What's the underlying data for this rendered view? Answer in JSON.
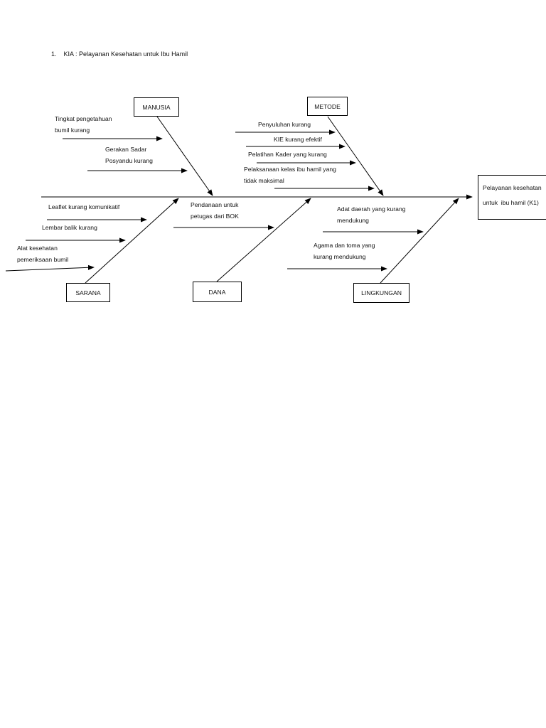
{
  "heading": "1.    KIA : Pelayanan Kesehatan untuk Ibu Hamil",
  "effect": "Pelayanan kesehatan\nuntuk  ibu hamil (K1)",
  "categories": {
    "manusia": "MANUSIA",
    "metode": "METODE",
    "sarana": "SARANA",
    "dana": "DANA",
    "lingkungan": "LINGKUNGAN"
  },
  "causes": {
    "manusia": [
      "Tingkat pengetahuan\nbumil kurang",
      "Gerakan Sadar\nPosyandu kurang"
    ],
    "metode": [
      "Penyuluhan kurang",
      "KIE kurang efektif",
      "Pelatihan Kader yang kurang",
      "Pelaksanaan kelas ibu hamil yang\ntidak maksimal"
    ],
    "sarana": [
      "Leaflet kurang komunikatif",
      "Lembar balik kurang",
      "Alat kesehatan\npemeriksaan bumil"
    ],
    "dana": [
      "Pendanaan untuk\npetugas dari BOK"
    ],
    "lingkungan": [
      "Adat daerah yang kurang\nmendukung",
      "Agama dan toma yang\nkurang mendukung"
    ]
  }
}
